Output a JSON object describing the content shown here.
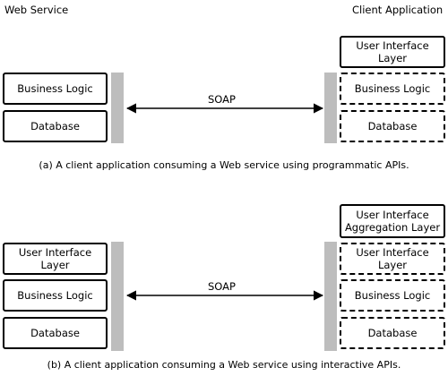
{
  "header": {
    "web_service": "Web Service",
    "client_application": "Client Application"
  },
  "diagram_a": {
    "web_service_layers": [
      "Business Logic",
      "Database"
    ],
    "client_layers": [
      "User Interface Layer",
      "Business Logic",
      "Database"
    ],
    "protocol_label": "SOAP",
    "caption": "(a) A client application consuming a Web service using programmatic APIs."
  },
  "diagram_b": {
    "web_service_layers": [
      "User Interface Layer",
      "Business Logic",
      "Database"
    ],
    "client_layers": [
      "User Interface Aggregation Layer",
      "User Interface Layer",
      "Business Logic",
      "Database"
    ],
    "client_top_label_line1": "User Interface",
    "client_top_label_line2": "Aggregation Layer",
    "protocol_label": "SOAP",
    "caption": "(b) A client application consuming a Web service using interactive APIs."
  }
}
